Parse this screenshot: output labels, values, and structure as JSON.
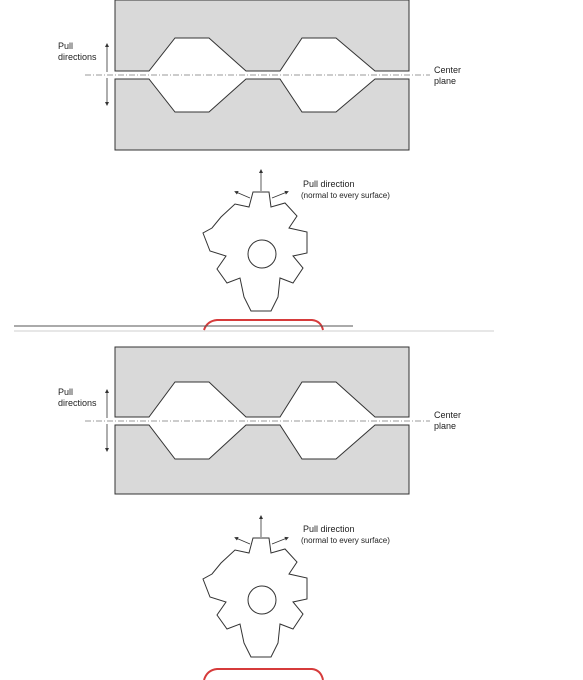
{
  "figure": {
    "label_pull_directions_1": "Pull",
    "label_pull_directions_2": "directions",
    "label_center_1": "Center",
    "label_center_2": "plane",
    "label_pull_direction": "Pull direction",
    "label_normal": "(normal to every surface)"
  },
  "colors": {
    "mold_fill": "#d9d9d9",
    "stroke": "#333333",
    "accent_red": "#d63b3b",
    "divider": "#555555"
  }
}
